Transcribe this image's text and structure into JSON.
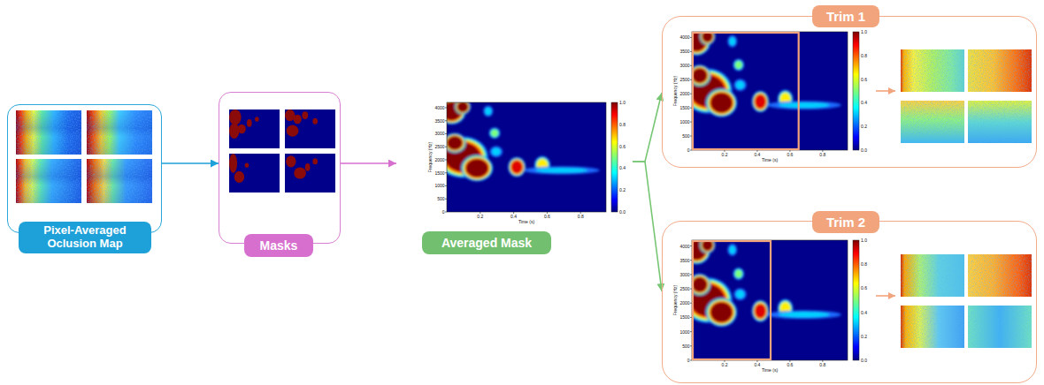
{
  "diagram": {
    "nodes": [
      {
        "text": [
          "Pixel-Averaged Oclusion Map"
        ]
      },
      {
        "text": [
          "Masks"
        ]
      },
      {
        "text": [
          "Averaged Mask"
        ]
      },
      {
        "text": [
          "Trim 1"
        ]
      },
      {
        "text": [
          "Trim 2"
        ]
      }
    ],
    "edges": [
      {
        "from": 0,
        "to": 1,
        "arrow": "to"
      },
      {
        "from": 1,
        "to": 2,
        "arrow": "to"
      },
      {
        "from": 2,
        "to": 3,
        "arrow": "to"
      },
      {
        "from": 2,
        "to": 4,
        "arrow": "to"
      }
    ],
    "labels": [
      "0",
      "500",
      "1000",
      "1500",
      "2000",
      "2500",
      "3000",
      "3500",
      "4000",
      "Frequency (Hz)",
      "0.2",
      "0.4",
      "0.6",
      "0.8",
      "Time (s)",
      "0.0",
      "0.2",
      "0.4",
      "0.6",
      "0.8",
      "1.0",
      "0",
      "500",
      "1000",
      "1500",
      "2000",
      "2500",
      "3000",
      "3500",
      "4000",
      "Frequency (Hz)",
      "0.2",
      "0.4",
      "0.6",
      "0.8",
      "Time (s)",
      "0.0",
      "0.2",
      "0.4",
      "0.6",
      "0.8",
      "1.0",
      "0",
      "500",
      "1000",
      "1500",
      "2000",
      "2500",
      "3000",
      "3500",
      "4000",
      "Frequency (Hz)",
      "0.2",
      "0.4",
      "0.6",
      "0.8",
      "Time (s)",
      "0.0",
      "0.2",
      "0.4",
      "0.6",
      "0.8",
      "1.0"
    ]
  }
}
